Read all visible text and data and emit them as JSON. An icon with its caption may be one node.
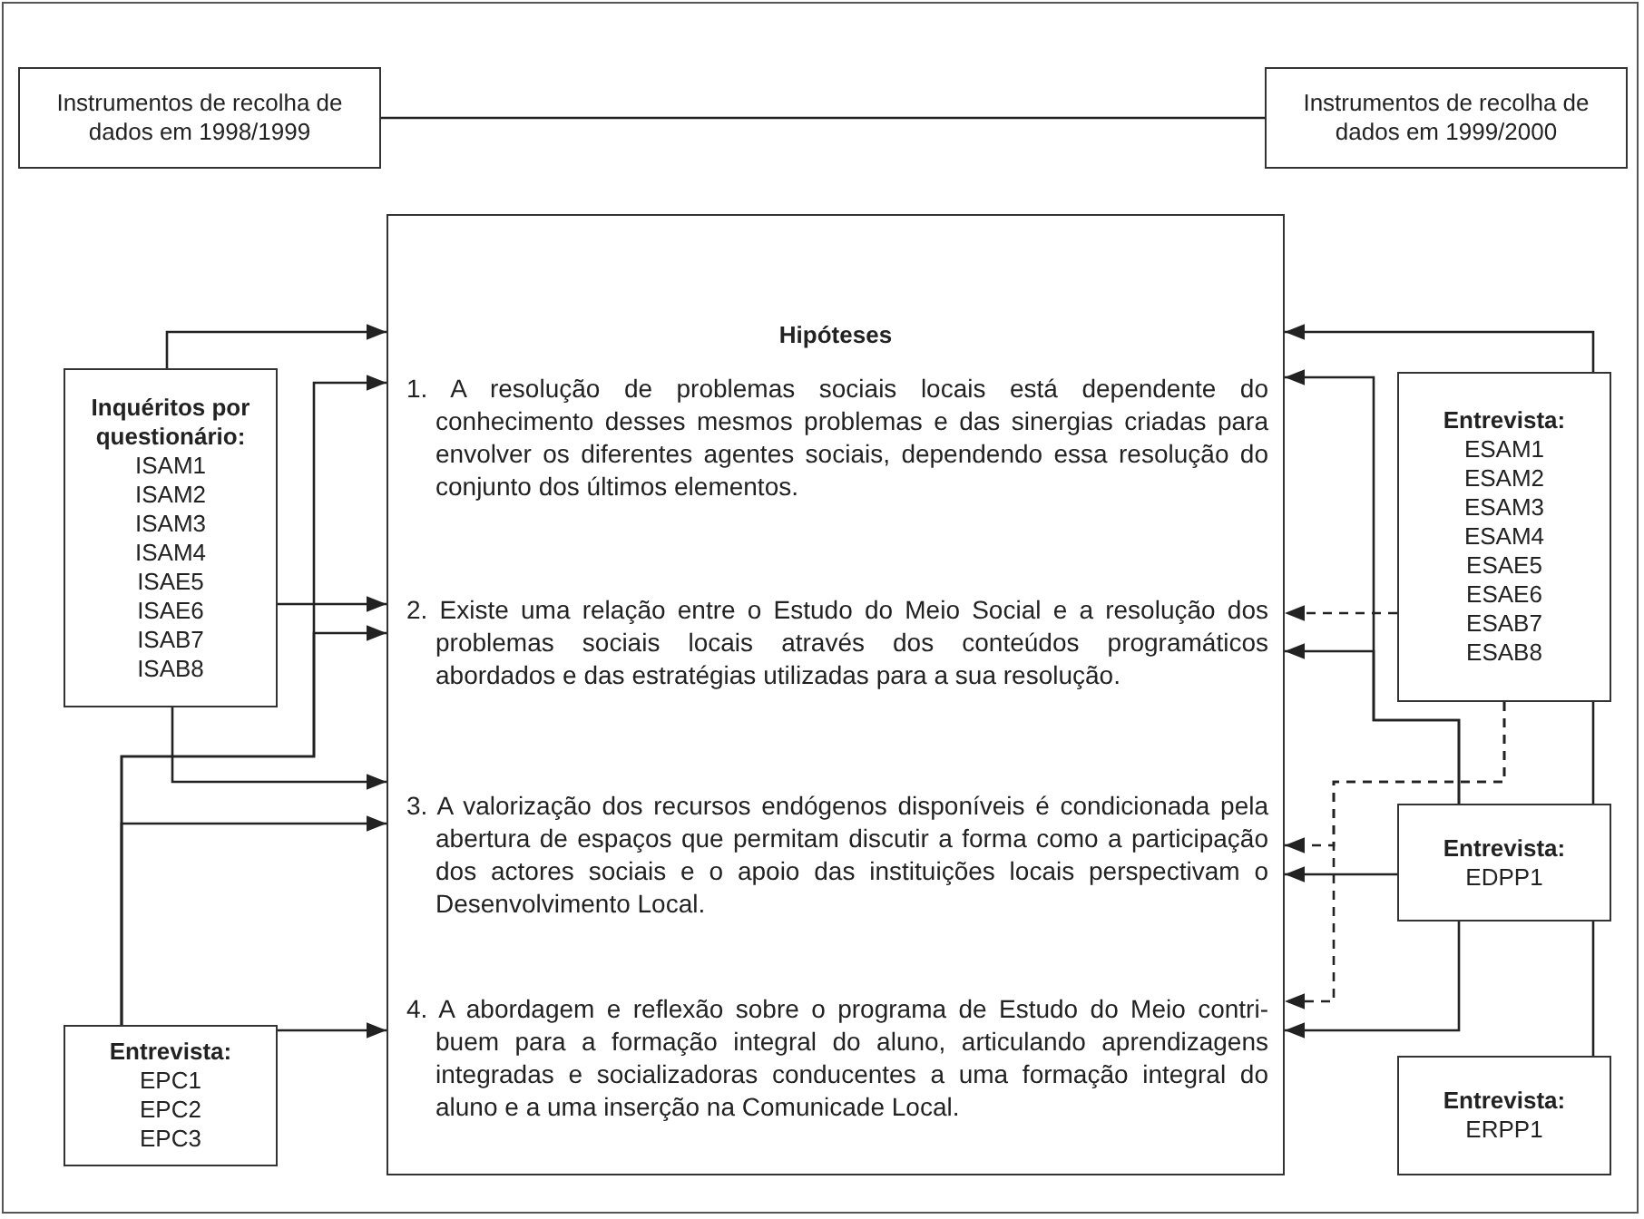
{
  "diagram": {
    "nodes": [
      {
        "text": [
          "Instrumentos de recolha de dados em 1998/1999"
        ]
      },
      {
        "text": [
          "Instrumentos de recolha de dados em 1999/2000"
        ]
      },
      {
        "text": [
          "Hipóteses",
          "1. A resolução de problemas sociais locais está dependente do conhecimento desses mesmos problemas e das sinergias criadas para envolver os diferentes agentes sociais, dependendo essa resolução do conjunto dos últimos elementos.",
          "2. Existe uma relação entre o Estudo do Meio Social e a resolução dos problemas sociais locais através dos conteúdos programáticos abordados e das estratégias utilizadas para a sua resolução.",
          "3. A valorização dos recursos endógenos disponíveis é condicionada pela abertura de espaços que permitam discutir a forma como a participação dos actores sociais e o apoio das instituições locais perspectivam o Desenvolvimento Local.",
          "4. A abordagem e reflexão sobre o programa de Estudo do Meio contri- buem para a formação integral do aluno, articulando aprendizagens integradas e socializadoras conducentes a uma formação integral do aluno e a uma inserção na Comunicade Local."
        ]
      },
      {
        "text": [
          "Inquéritos por questionário:",
          "ISAM1",
          "ISAM2",
          "ISAM3",
          "ISAM4",
          "ISAE5",
          "ISAE6",
          "ISAB7",
          "ISAB8"
        ]
      },
      {
        "text": [
          "Entrevista:",
          "EPC1",
          "EPC2",
          "EPC3"
        ]
      },
      {
        "text": [
          "Entrevista:",
          "ESAM1",
          "ESAM2",
          "ESAM3",
          "ESAM4",
          "ESAE5",
          "ESAE6",
          "ESAB7",
          "ESAB8"
        ]
      },
      {
        "text": [
          "Entrevista:",
          "EDPP1"
        ]
      },
      {
        "text": [
          "Entrevista:",
          "ERPP1"
        ]
      }
    ],
    "edges": [
      {
        "from": 0,
        "to": 1,
        "arrow": "none"
      },
      {
        "from": 3,
        "to": 2,
        "arrow": "to"
      },
      {
        "from": 3,
        "to": 2,
        "arrow": "to"
      },
      {
        "from": 3,
        "to": 2,
        "arrow": "to"
      },
      {
        "from": 4,
        "to": 2,
        "arrow": "to"
      },
      {
        "from": 4,
        "to": 2,
        "arrow": "to"
      },
      {
        "from": 4,
        "to": 2,
        "arrow": "to"
      },
      {
        "from": 4,
        "to": 2,
        "arrow": "to"
      },
      {
        "from": 5,
        "to": 2,
        "arrow": "to"
      },
      {
        "from": 6,
        "to": 2,
        "arrow": "to"
      },
      {
        "from": 6,
        "to": 2,
        "arrow": "to"
      },
      {
        "from": 5,
        "to": 2,
        "arrow": "to",
        "style": "dashed"
      },
      {
        "from": 5,
        "to": 2,
        "arrow": "to",
        "style": "dashed"
      },
      {
        "from": 5,
        "to": 2,
        "arrow": "to",
        "style": "dashed"
      },
      {
        "from": 6,
        "to": 2,
        "arrow": "to"
      },
      {
        "from": 6,
        "to": 2,
        "arrow": "to"
      },
      {
        "from": 5,
        "to": 6,
        "arrow": "none"
      },
      {
        "from": 6,
        "to": 7,
        "arrow": "none"
      }
    ]
  }
}
